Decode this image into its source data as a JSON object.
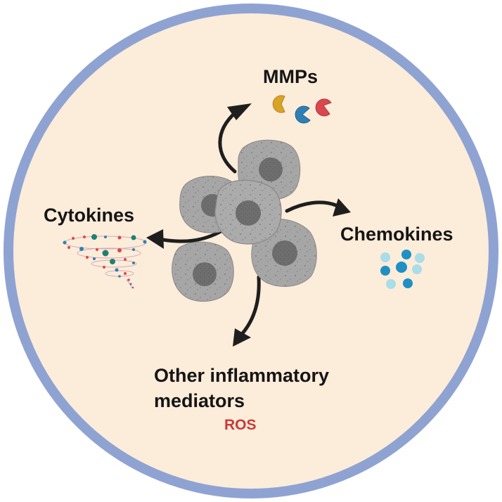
{
  "colors": {
    "background_fill": "#fcecda",
    "ring": "#8fa3d2",
    "cell_body": "#a6a6a6",
    "cell_nucleus": "#6e6e6e",
    "arrow": "#1e1e1e",
    "text": "#151515",
    "ros_text": "#c93a3a",
    "mmp_orange": "#d9a327",
    "mmp_blue": "#2f7fb4",
    "mmp_red": "#d8484e",
    "chemokine_dark": "#1f8fc4",
    "chemokine_light": "#a9dde8"
  },
  "labels": {
    "mmps": "MMPs",
    "cytokines": "Cytokines",
    "chemokines": "Chemokines",
    "other_line1": "Other inflammatory",
    "other_line2": "mediators",
    "ros": "ROS"
  },
  "icons": {
    "cells": "macrophage-cell-cluster-icon",
    "mmps": "mmp-pacman-enzyme-icon",
    "cytokines": "cytokine-storm-tornado-icon",
    "chemokines": "chemokine-molecule-cluster-icon",
    "arrows": "curved-arrow-icon"
  }
}
